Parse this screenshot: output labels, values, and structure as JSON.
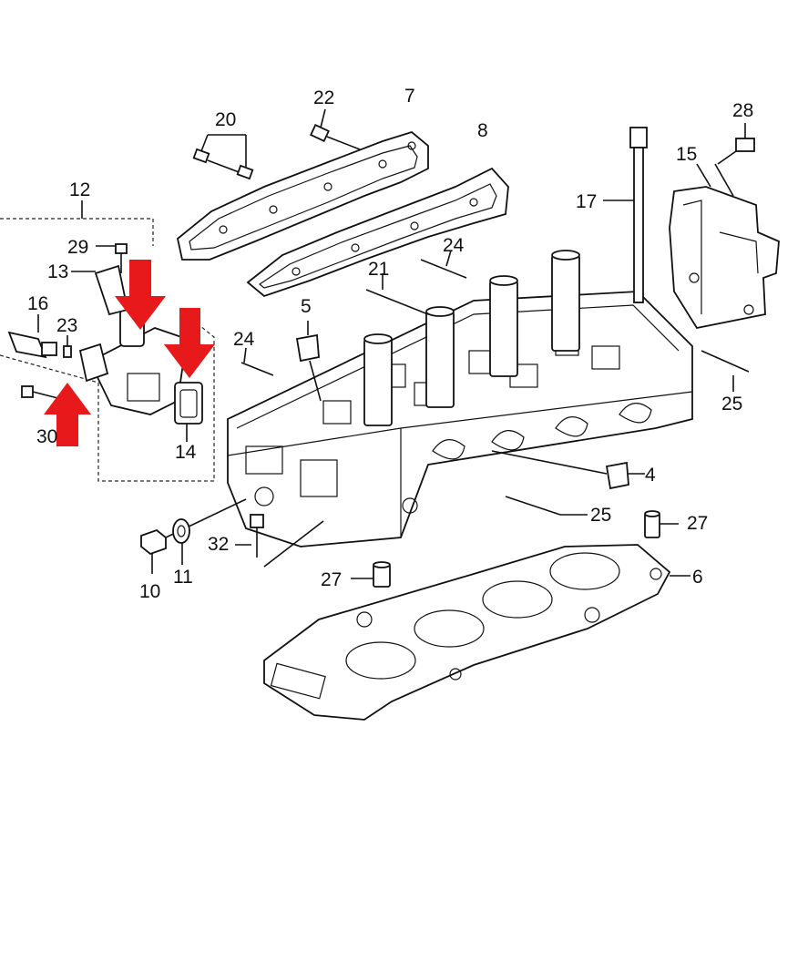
{
  "diagram": {
    "part_numbers": {
      "p4": "4",
      "p5": "5",
      "p6": "6",
      "p7": "7",
      "p8": "8",
      "p10": "10",
      "p11": "11",
      "p12": "12",
      "p13": "13",
      "p14": "14",
      "p15": "15",
      "p16": "16",
      "p17": "17",
      "p20": "20",
      "p21": "21",
      "p22": "22",
      "p23": "23",
      "p24a": "24",
      "p24b": "24",
      "p25a": "25",
      "p25b": "25",
      "p27a": "27",
      "p27b": "27",
      "p28": "28",
      "p29": "29",
      "p30": "30",
      "p32": "32"
    },
    "highlight_color": "#e8191b",
    "line_color": "#111111"
  }
}
